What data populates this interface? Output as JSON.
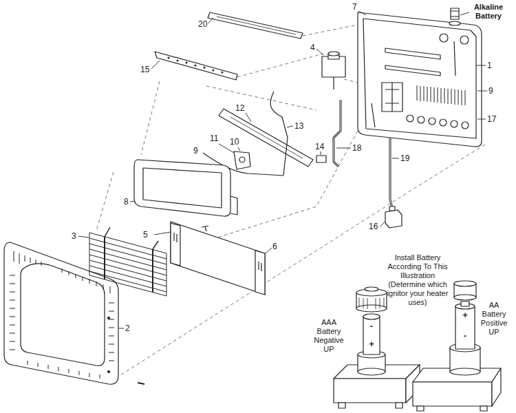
{
  "diagram": {
    "labels": [
      "20",
      "7",
      "Alkaline Battery",
      "4",
      "15",
      "1",
      "9",
      "12",
      "13",
      "17",
      "11",
      "10",
      "9",
      "14",
      "18",
      "19",
      "8",
      "16",
      "3",
      "5",
      "6",
      "Install Battery According To This Illustration (Determine which ignitor your heater uses)",
      "AAA Battery Negative UP",
      "AA Battery Positive UP",
      "2",
      "-",
      "+",
      "+",
      "-"
    ]
  }
}
